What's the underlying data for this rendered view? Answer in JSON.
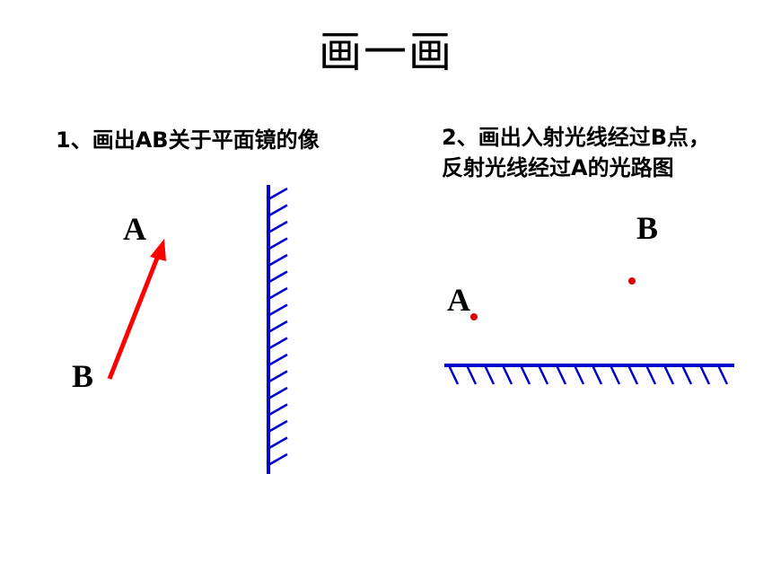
{
  "title": "画一画",
  "question1": "1、画出AB关于平面镜的像",
  "question2_line1": "2、画出入射光线经过B点，",
  "question2_line2": "反射光线经过A的光路图",
  "figure1": {
    "label_a": "A",
    "label_b": "B",
    "arrow_color": "#ff0000",
    "mirror_color": "#0000cc"
  },
  "figure2": {
    "label_a": "A",
    "label_b": "B",
    "point_color": "#dd0000",
    "mirror_color": "#0000cc"
  }
}
